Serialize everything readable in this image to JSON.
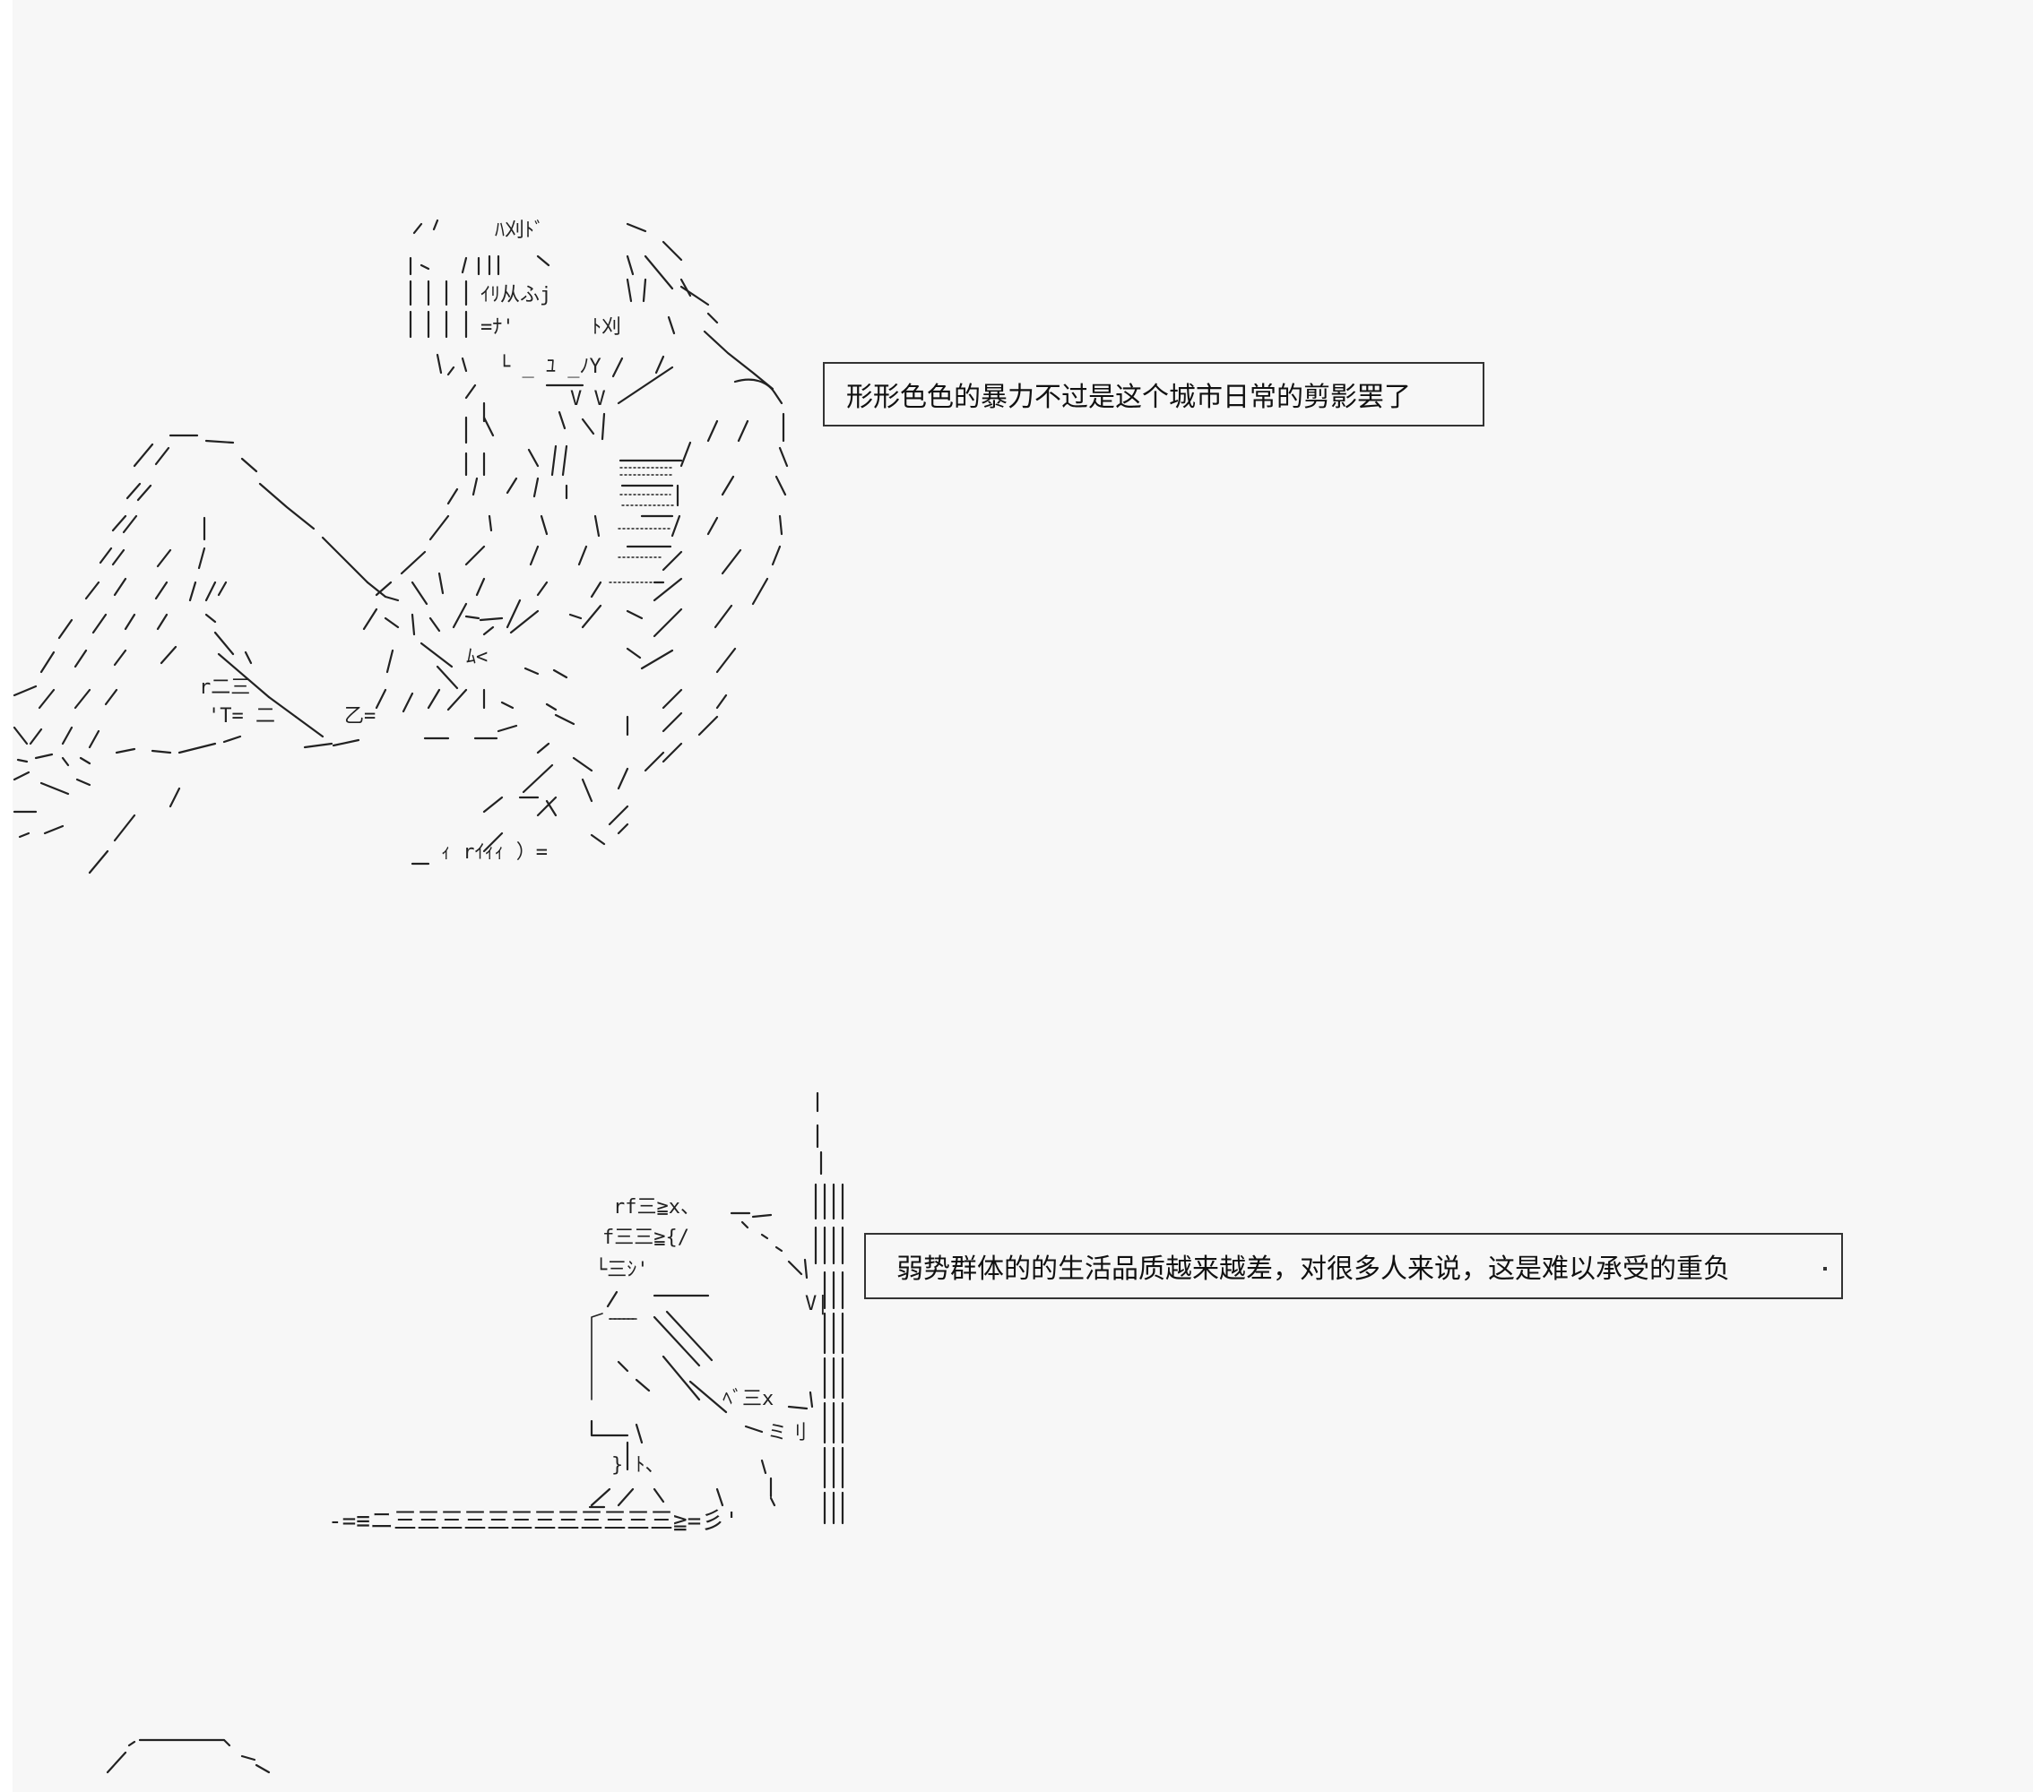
{
  "captions": {
    "first": "形形色色的暴力不过是这个城市日常的剪影罢了",
    "second": "弱势群体的的生活品质越来越差，对很多人来说，这是难以承受的重负"
  },
  "art": {
    "panel_1_fragments": [
      "ﾊ刈ﾄﾞ",
      "ｲﾘ从ふj",
      "=ﾅ'",
      "ﾄ刈",
      "└ _ ﾕ _ﾉY",
      "V V",
      "ﾑ<",
      "r二三",
      "'T= 二",
      "乙=",
      "ｨ rｲｨｨ ）="
    ],
    "panel_2_fragments": [
      "rf三≧x、",
      "f三三≧{/",
      "└三ｼ'",
      "V|",
      "ﾍﾞ三x",
      "ミ刂",
      "} ﾄ、",
      "-=≡ニ三三三三三三三三三三三三≧=彡'"
    ]
  }
}
